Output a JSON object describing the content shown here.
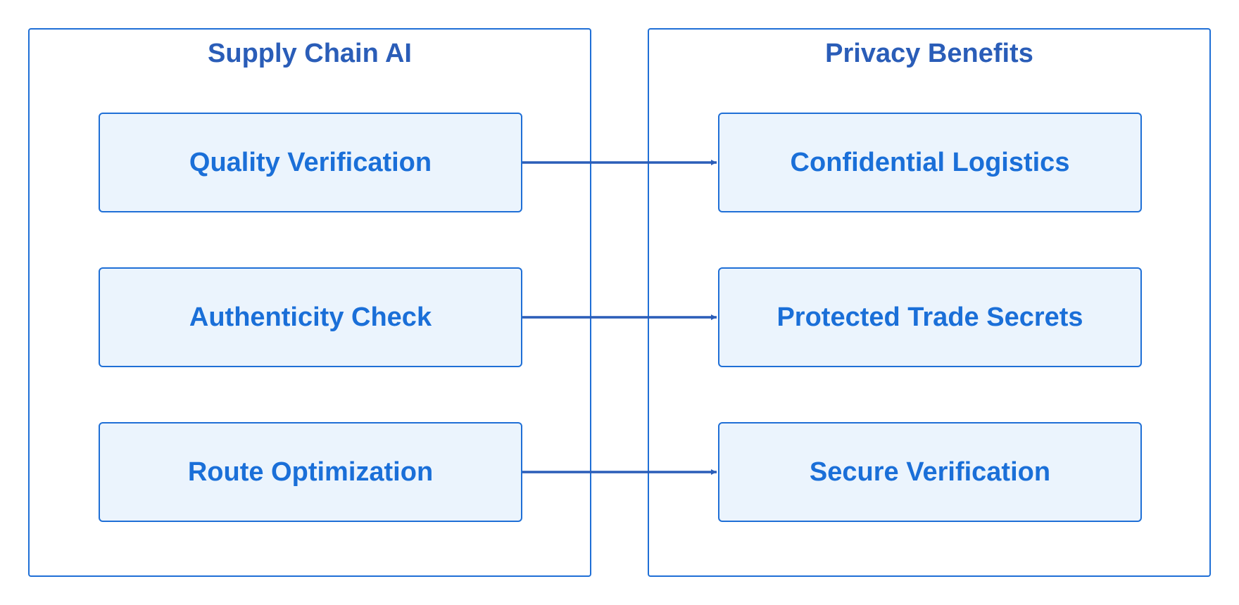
{
  "diagram": {
    "colors": {
      "border": "#1f6fd6",
      "group_title": "#2a5db8",
      "node_text": "#1a6fd8",
      "node_fill": "#ebf4fd",
      "arrow": "#2a5db8"
    },
    "groups": [
      {
        "title": "Supply Chain AI",
        "nodes": [
          "Quality Verification",
          "Authenticity Check",
          "Route Optimization"
        ]
      },
      {
        "title": "Privacy Benefits",
        "nodes": [
          "Confidential Logistics",
          "Protected Trade Secrets",
          "Secure Verification"
        ]
      }
    ],
    "edges": [
      {
        "from": "Quality Verification",
        "to": "Confidential Logistics"
      },
      {
        "from": "Authenticity Check",
        "to": "Protected Trade Secrets"
      },
      {
        "from": "Route Optimization",
        "to": "Secure Verification"
      }
    ]
  }
}
